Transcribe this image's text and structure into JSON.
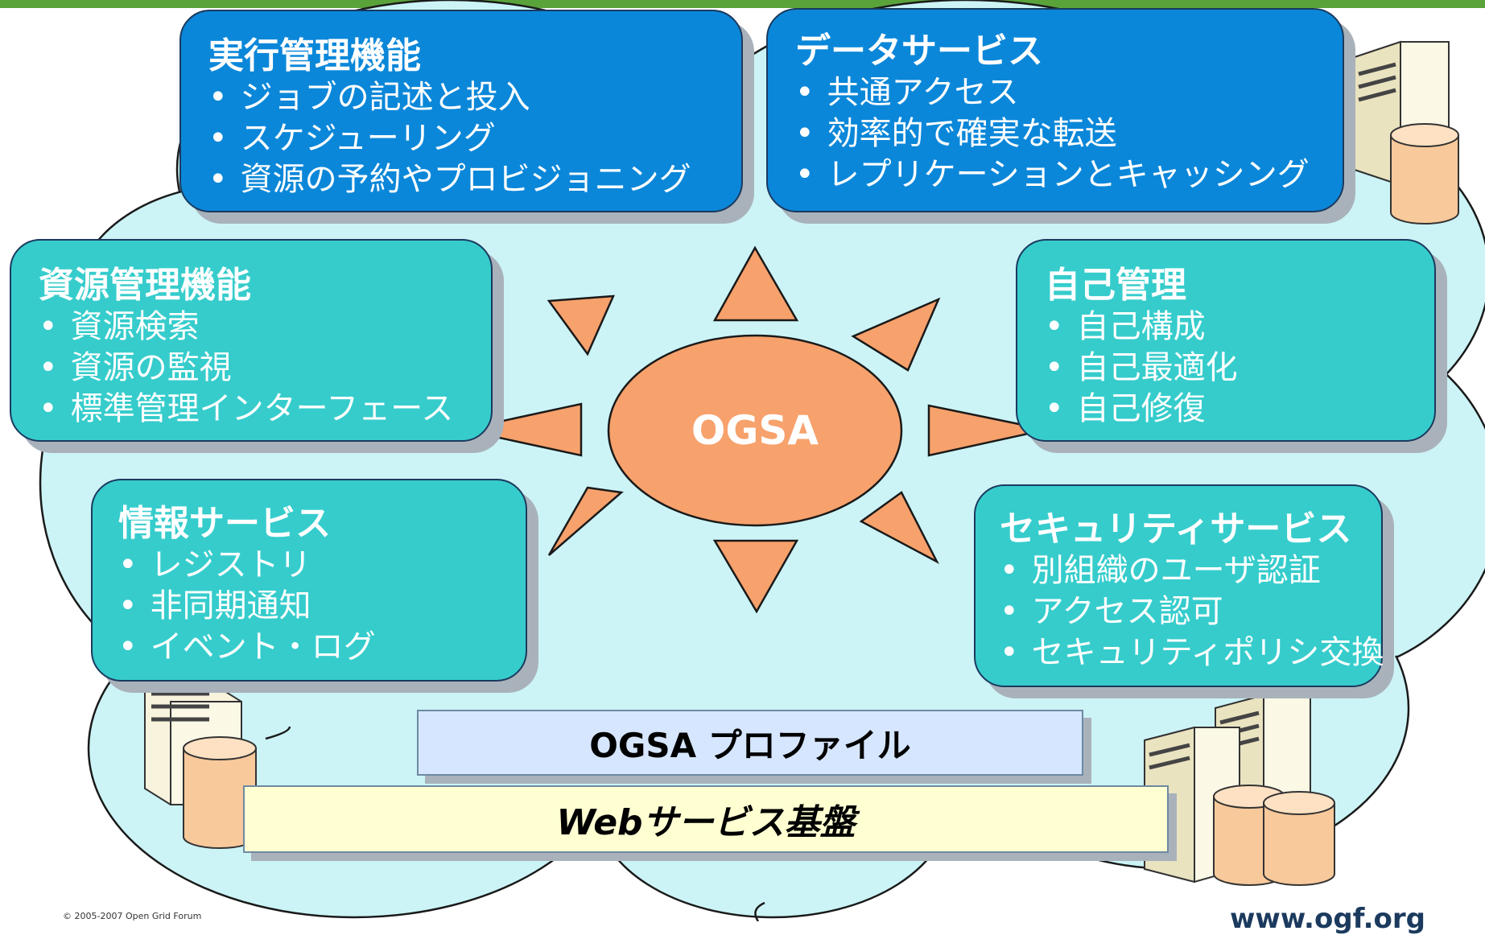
{
  "center": {
    "label": "OGSA"
  },
  "boxes": {
    "execution": {
      "title": "実行管理機能",
      "items": [
        "ジョブの記述と投入",
        "スケジューリング",
        "資源の予約やプロビジョニング"
      ]
    },
    "data": {
      "title": "データサービス",
      "items": [
        "共通アクセス",
        "効率的で確実な転送",
        "レプリケーションとキャッシング"
      ]
    },
    "resource": {
      "title": "資源管理機能",
      "items": [
        "資源検索",
        "資源の監視",
        "標準管理インターフェース"
      ]
    },
    "self": {
      "title": "自己管理",
      "items": [
        "自己構成",
        "自己最適化",
        "自己修復"
      ]
    },
    "info": {
      "title": "情報サービス",
      "items": [
        "レジストリ",
        "非同期通知",
        "イベント・ログ"
      ]
    },
    "security": {
      "title": "セキュリティサービス",
      "items": [
        "別組織のユーザ認証",
        "アクセス認可",
        "セキュリティポリシ交換"
      ]
    }
  },
  "profile": {
    "label": "OGSA プロファイル"
  },
  "webservices": {
    "label": "Webサービス基盤"
  },
  "footer": {
    "copyright": "© 2005-2007 Open Grid Forum",
    "url": "www.ogf.org"
  },
  "colors": {
    "box_blue": "#0b87d9",
    "box_teal": "#36cccc",
    "cloud": "#ccf4f7",
    "sun": "#f7a16c",
    "profile": "#d6e6ff",
    "web": "#ffffd2",
    "topbar": "#5aa33a"
  },
  "icons": [
    "cloud-shape",
    "server-icon",
    "database-icon"
  ]
}
